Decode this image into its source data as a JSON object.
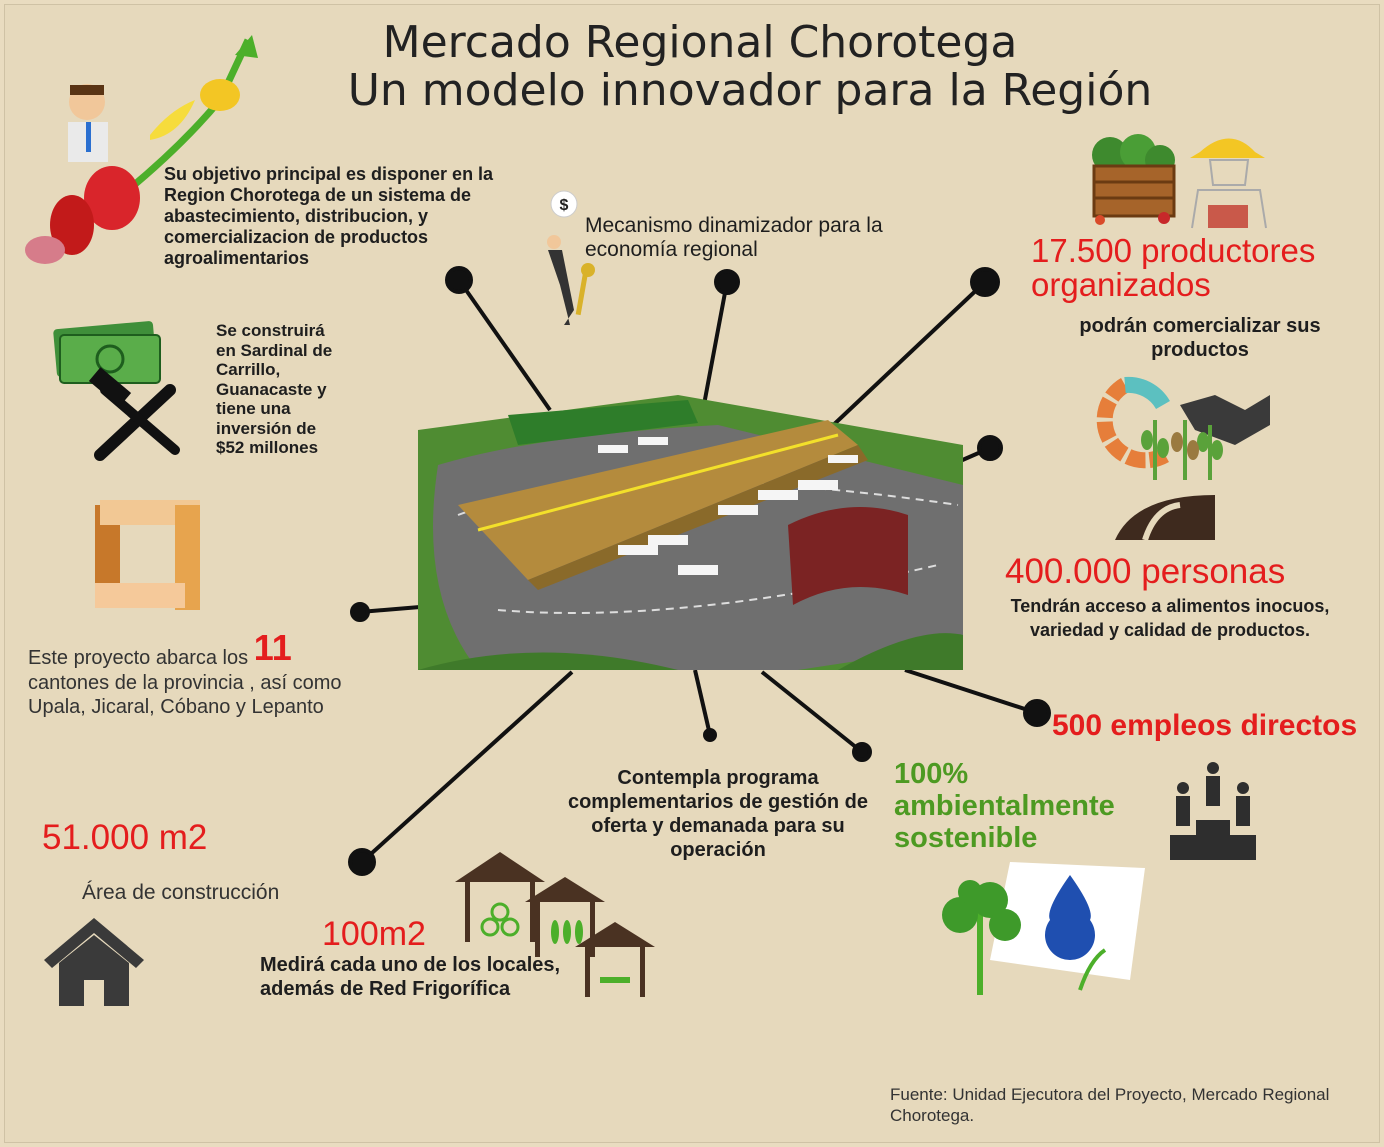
{
  "title": {
    "line1": "Mercado Regional Chorotega",
    "line2": "Un modelo innovador para la Región"
  },
  "blocks": {
    "objetivo": "Su objetivo principal es disponer en la Region Chorotega de un sistema de abastecimiento, distribucion, y comercializacion de productos agroalimentarios",
    "mecanismo": "Mecanismo dinamizador para la economía regional",
    "productores_num": "17.500 productores organizados",
    "productores_text": "podrán comercializar sus productos",
    "construira": "Se construirá en Sardinal de Carrillo, Guanacaste y tiene una inversión de $52 millones",
    "personas_num": "400.000 personas",
    "personas_text": "Tendrán acceso a alimentos inocuos, variedad y calidad de productos.",
    "cantones_pre": "Este proyecto abarca los",
    "cantones_num": "11",
    "cantones_post": "cantones de la provincia , así como Upala, Jicaral, Cóbano y Lepanto",
    "empleos": "500 empleos directos",
    "contempla": "Contempla programa complementarios de gestión de oferta y demanada para su operación",
    "ambiental": "100% ambientalmente sostenible",
    "area_num": "51.000 m2",
    "area_text": "Área de construcción",
    "locales_num": "100m2",
    "locales_text": "Medirá cada uno de los locales, además de Red Frigorífica",
    "dollar_sign": "$"
  },
  "fuente": "Fuente: Unidad Ejecutora del Proyecto, Mercado Regional Chorotega.",
  "colors": {
    "accent_red": "#e41d1d",
    "accent_green": "#4d9a22",
    "background": "#e6d9bc"
  }
}
